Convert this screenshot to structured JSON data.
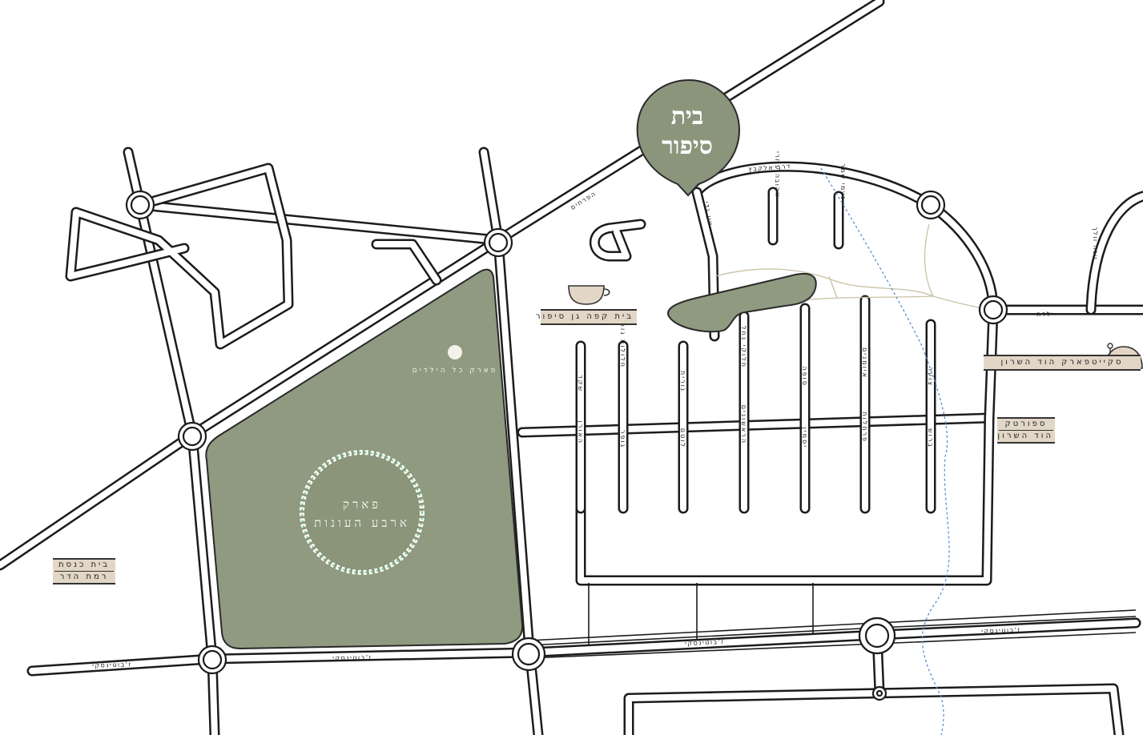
{
  "brand": {
    "logo_line1": "בית",
    "logo_line2": "סיפור",
    "pin_color": "#8b957b"
  },
  "colors": {
    "park": "#8f9a80",
    "poi_label_bg": "#e2d6c6",
    "creek": "#5b8fd6",
    "path": "#c9c2a4"
  },
  "parks": {
    "big_park_line1": "פארק",
    "big_park_line2": "ארבע העונות",
    "small_park": "פארק כל הילדים"
  },
  "pois": {
    "cafe": "בית קפה גן סיפור",
    "skatepark": "סקייטפארק הוד השרון",
    "sportek_line1": "ספורטק",
    "sportek_line2": "הוד השרון",
    "synagogue_line1": "בית כנסת",
    "synagogue_line2": "רמת הדר"
  },
  "streets": {
    "haprachim": "הפרחים",
    "ein_gedi": "עין גדי",
    "derech_elkabetz": "דרך אלקבץ",
    "ahava": "אהובה עוזרי",
    "naomi_shemer": "נעמי שמר",
    "yona_wallach": "יונה וולך",
    "yalda": "ילדה",
    "zhabotinsky_1": "ז'בוטינסקי",
    "zhabotinsky_2": "ז'בוטינסקי",
    "zhabotinsky_3": "ז'בוטינסקי",
    "zhabotinsky_4": "ז'בוטינסקי",
    "shaked": "שקד",
    "halulot": "חלולות גוררים",
    "nurit": "נורית",
    "halukei_nahal": "חלוקי נחל",
    "sufa": "סופה",
    "ivim": "איומנים",
    "tzvi": "צוער",
    "haorn": "האורן",
    "gofer": "גופר",
    "lotem": "לוטם",
    "harishonim": "הראשונים",
    "yasmin": "יסמין",
    "parhalut": "פרחלות",
    "brosh": "ברוש"
  }
}
